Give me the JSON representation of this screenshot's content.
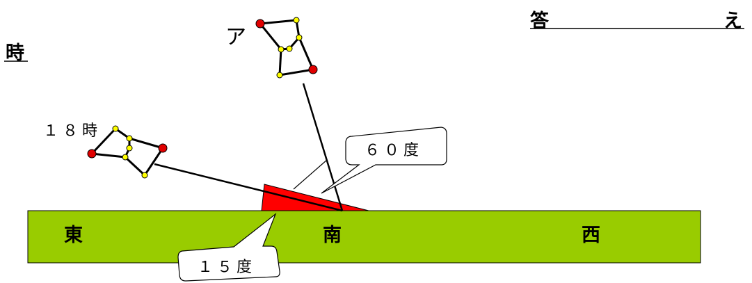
{
  "header": {
    "answer_left": "答",
    "answer_right": "え",
    "time_label": "時"
  },
  "constellations": {
    "upper_label": "ア",
    "lower_label": "１８時"
  },
  "callouts": {
    "angle_60": "６０度",
    "angle_15": "１５度"
  },
  "ground": {
    "east": "東",
    "south": "南",
    "west": "西"
  },
  "colors": {
    "ground": "#99CC00",
    "angle_wedge": "#FF0000",
    "star_red": "#E00000",
    "star_yellow": "#FFFF00",
    "line": "#000000"
  }
}
